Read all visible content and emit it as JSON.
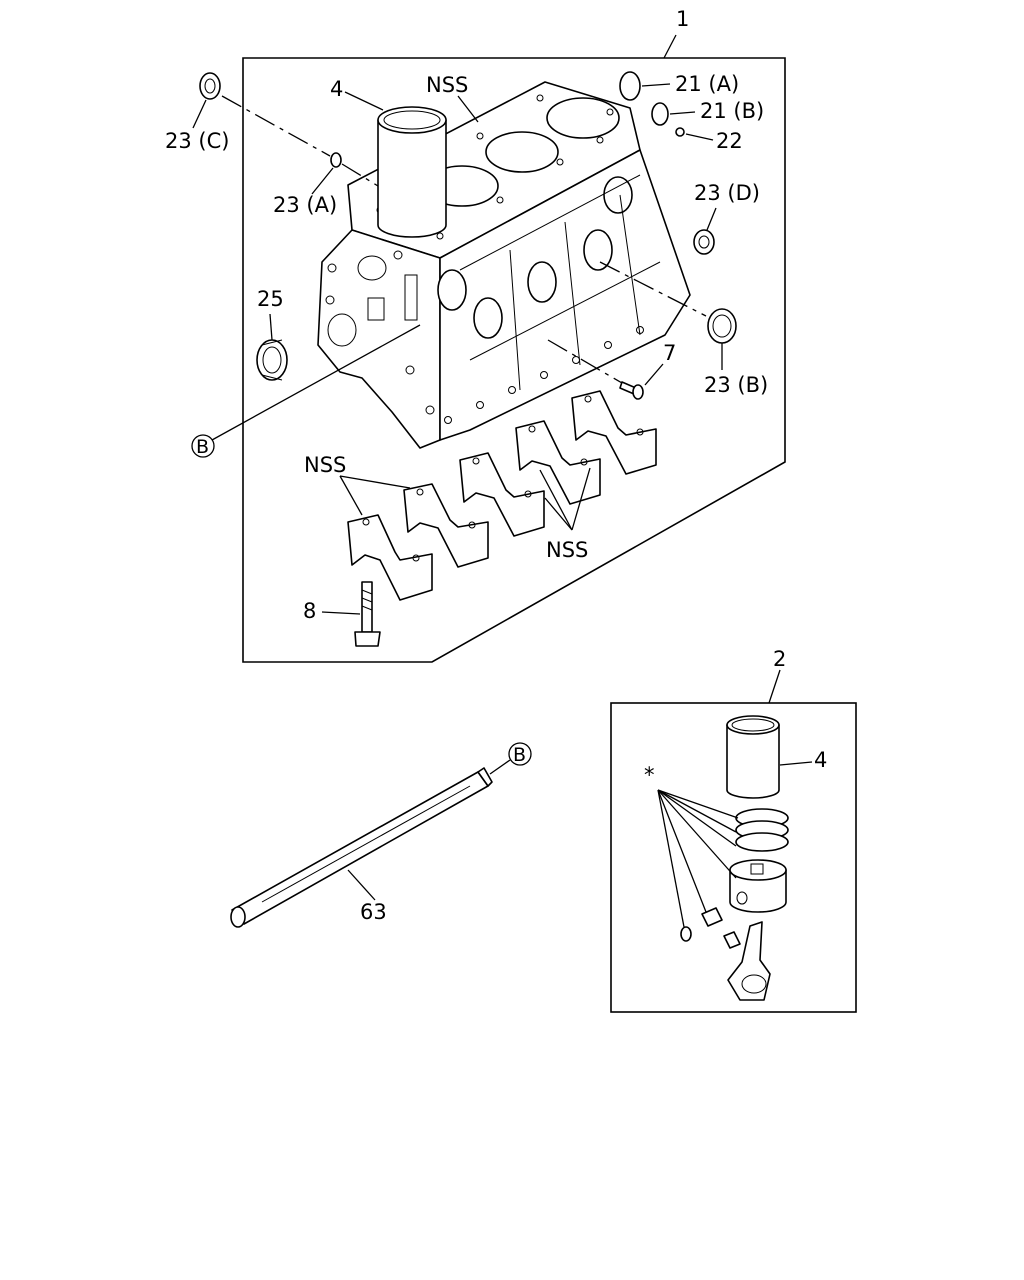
{
  "labels": {
    "l1": "1",
    "l2": "2",
    "l4a": "4",
    "l4b": "4",
    "l7": "7",
    "l8": "8",
    "l21a": "21 (A)",
    "l21b": "21 (B)",
    "l22": "22",
    "l23a": "23 (A)",
    "l23b": "23 (B)",
    "l23c": "23 (C)",
    "l23d": "23 (D)",
    "l25": "25",
    "l63": "63",
    "nss1": "NSS",
    "nss2": "NSS",
    "nss3": "NSS",
    "star": "*",
    "refB1": "B",
    "refB2": "B"
  }
}
